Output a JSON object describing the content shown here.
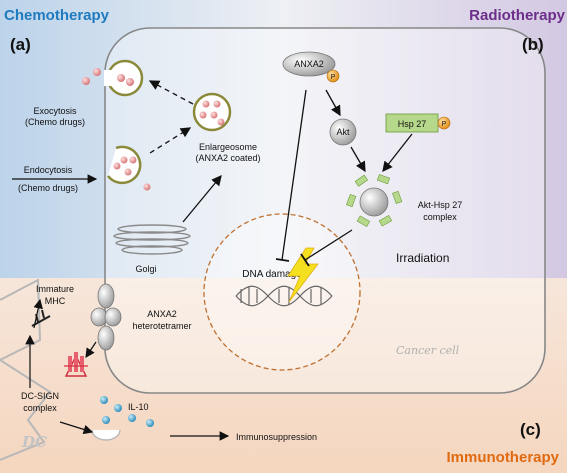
{
  "headers": {
    "chemotherapy": "Chemotherapy",
    "radiotherapy": "Radiotherapy",
    "immunotherapy": "Immunotherapy"
  },
  "panels": {
    "a": "(a)",
    "b": "(b)",
    "c": "(c)"
  },
  "labels": {
    "exocytosis_1": "Exocytosis",
    "exocytosis_2": "(Chemo drugs)",
    "endocytosis_1": "Endocytosis",
    "endocytosis_2": "(Chemo drugs)",
    "enlargeosome_1": "Enlargeosome",
    "enlargeosome_2": "(ANXA2 coated)",
    "golgi": "Golgi",
    "anxa2": "ANXA2",
    "p": "P",
    "akt": "Akt",
    "hsp27": "Hsp 27",
    "complex_1": "Akt-Hsp 27",
    "complex_2": "complex",
    "irradiation": "Irradiation",
    "dna_damage": "DNA damage",
    "immature_1": "Immature",
    "immature_2": "MHC",
    "anxa2_hetero_1": "ANXA2",
    "anxa2_hetero_2": "heterotetramer",
    "cancer_cell": "Cancer cell",
    "dcsign_1": "DC-SIGN",
    "dcsign_2": "complex",
    "il10": "IL-10",
    "dc": "DC",
    "immunosuppression": "Immunosuppression"
  },
  "colors": {
    "chemotherapy": "#1f7bbf",
    "radiotherapy": "#6b2e8a",
    "immunotherapy": "#e06a10",
    "vesicle_rim": "#8a8a3a",
    "hsp27_box": "#b6d88a",
    "phospho": "#f0a030",
    "dna_damage_circle": "#c07030",
    "bolt": "#f5e020",
    "dot": "#e8a0a0",
    "il10_dot": "#3aa0c8",
    "dcsign": "#d03040"
  }
}
